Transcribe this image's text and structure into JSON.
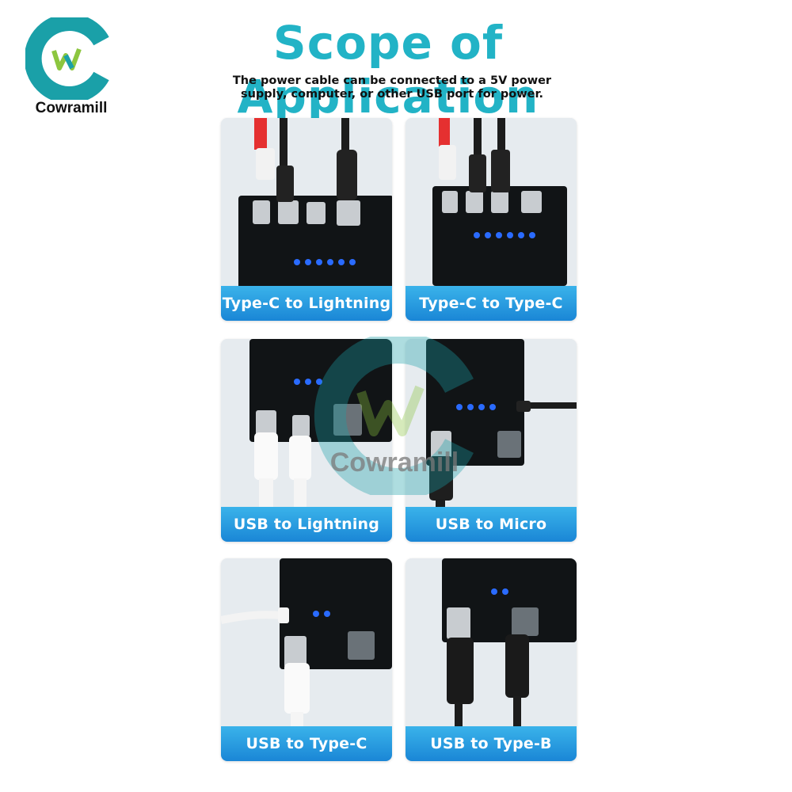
{
  "brand": {
    "name": "Cowramill",
    "logo_icon": "cowramill-logo-icon"
  },
  "header": {
    "title": "Scope of Application",
    "subtitle": "The power cable can be connected to a 5V power supply, computer, or other USB port for power."
  },
  "cards": [
    {
      "label": "Type-C to Lightning"
    },
    {
      "label": "Type-C to Type-C"
    },
    {
      "label": "USB to Lightning"
    },
    {
      "label": "USB to Micro"
    },
    {
      "label": "USB to Type-C"
    },
    {
      "label": "USB to Type-B"
    }
  ],
  "watermark": {
    "text": "Cowramill"
  },
  "colors": {
    "title": "#22b3c6",
    "label_bg": "#1f8fdc",
    "logo_ring": "#1aa0a8",
    "logo_w": "#8cc63f"
  }
}
